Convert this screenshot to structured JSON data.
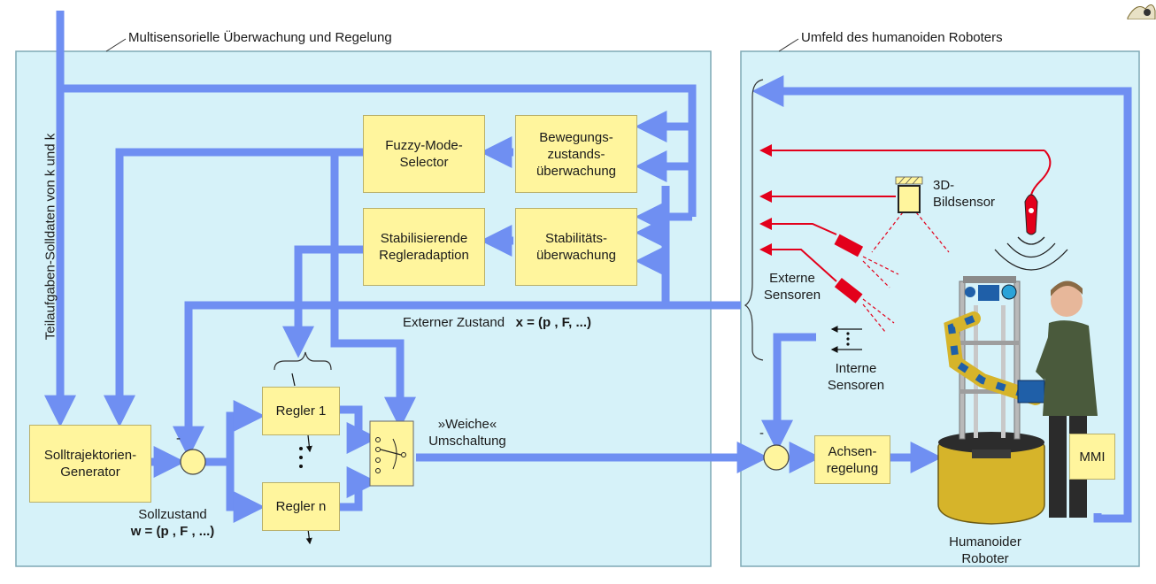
{
  "panels": {
    "left_title": "Multisensorielle Überwachung und Regelung",
    "right_title": "Umfeld des humanoiden Roboters"
  },
  "side_label": "Teilaufgaben-Solldaten von k und k",
  "boxes": {
    "fuzzy": [
      "Fuzzy-Mode-",
      "Selector"
    ],
    "bewegung": [
      "Bewegungs-",
      "zustands-",
      "überwachung"
    ],
    "stabilisierend": [
      "Stabilisierende",
      "Regleradaption"
    ],
    "stabilitaet": [
      "Stabilitäts-",
      "überwachung"
    ],
    "solltrajektorien": [
      "Solltrajektorien-",
      "Generator"
    ],
    "regler1": "Regler 1",
    "reglern": "Regler n",
    "achsen": [
      "Achsen-",
      "regelung"
    ],
    "mmi": "MMI"
  },
  "labels": {
    "externer_zustand_text": "Externer Zustand",
    "externer_zustand_formula": "x = (p , F, ...)",
    "sollzustand": "Sollzustand",
    "sollzustand_formula": "w = (p , F , ...)",
    "weiche": "»Weiche«",
    "umschaltung": "Umschaltung",
    "sensor_3d": [
      "3D-",
      "Bildsensor"
    ],
    "externe_sensoren": [
      "Externe",
      "Sensoren"
    ],
    "interne_sensoren": [
      "Interne",
      "Sensoren"
    ],
    "humanoider_roboter": [
      "Humanoider",
      "Roboter"
    ],
    "minus_1": "-",
    "minus_2": "-"
  },
  "colors": {
    "panel_fill": "#d6f2f9",
    "panel_border": "#7fa9b5",
    "arrow_blue": "#6f8ff2",
    "box_fill": "#fff59d",
    "sensor_red": "#e3001b"
  }
}
